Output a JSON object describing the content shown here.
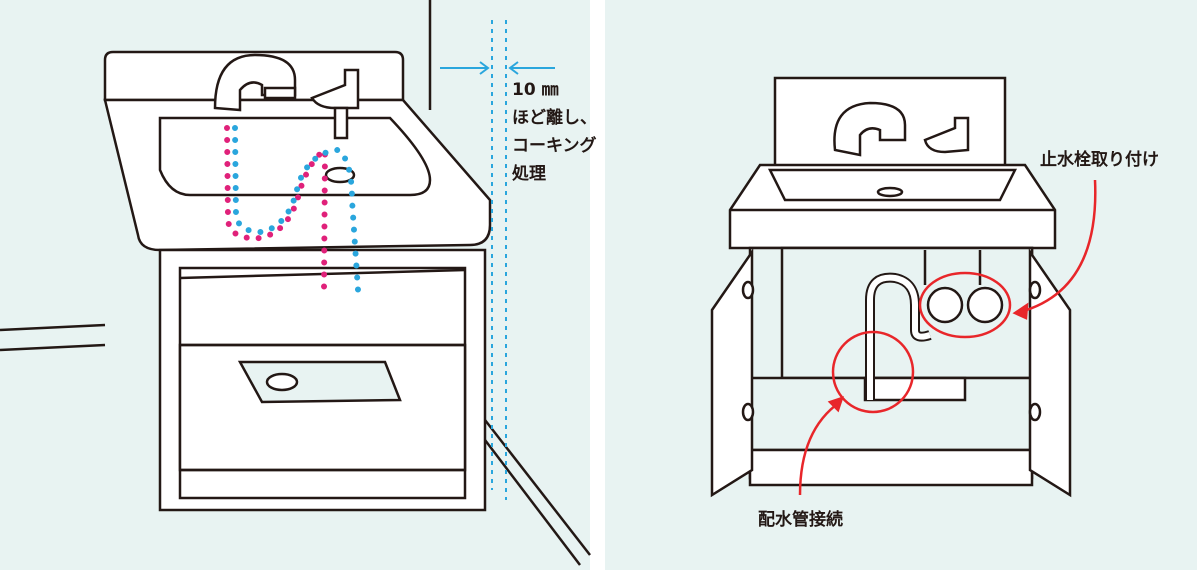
{
  "left_panel": {
    "gap_annotation": [
      "10 ㎜",
      "ほど離し、",
      "コーキング",
      "処理"
    ]
  },
  "right_panel": {
    "valve_label": "止水栓取り付け",
    "drain_label": "配水管接続"
  },
  "colors": {
    "background": "#e8f3f2",
    "line": "#231815",
    "blue": "#2aa6dd",
    "magenta": "#e0217a",
    "red": "#e8262a"
  }
}
